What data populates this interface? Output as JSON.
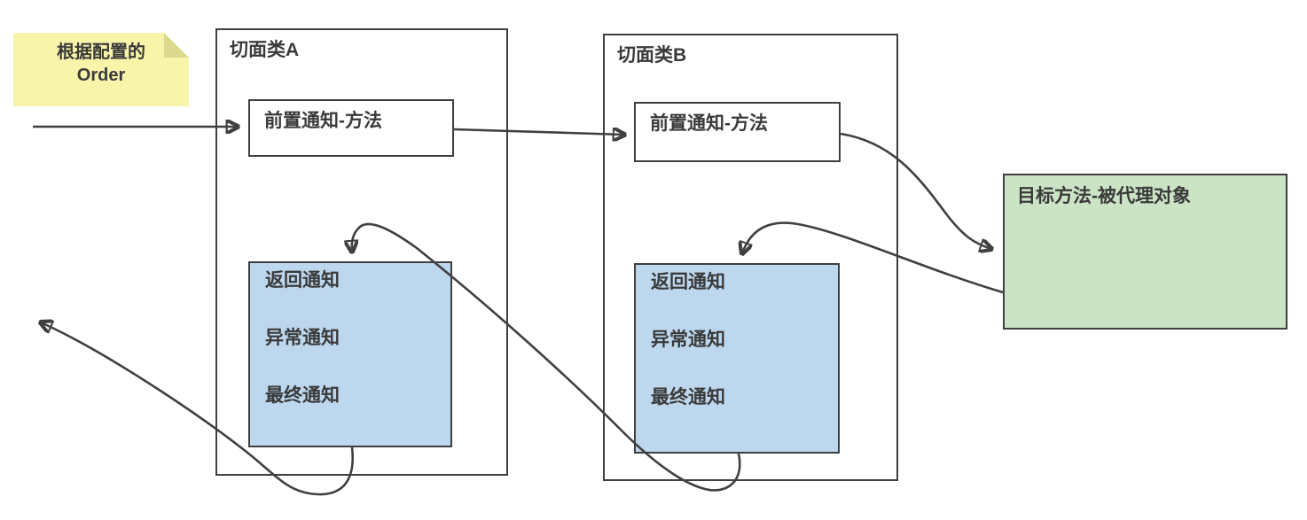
{
  "diagram": {
    "note": {
      "line1": "根据配置的",
      "line2": "Order"
    },
    "aspect_a": {
      "title": "切面类A",
      "before_advice": "前置通知-方法",
      "advices": [
        "返回通知",
        "异常通知",
        "最终通知"
      ]
    },
    "aspect_b": {
      "title": "切面类B",
      "before_advice": "前置通知-方法",
      "advices": [
        "返回通知",
        "异常通知",
        "最终通知"
      ]
    },
    "target": {
      "title": "目标方法-被代理对象"
    },
    "colors": {
      "advice_block_fill": "#BDD7EE",
      "target_fill": "#CBE4C5",
      "note_fill": "#F8F5AA",
      "note_fold": "#DCD98E",
      "line": "#404040"
    }
  }
}
